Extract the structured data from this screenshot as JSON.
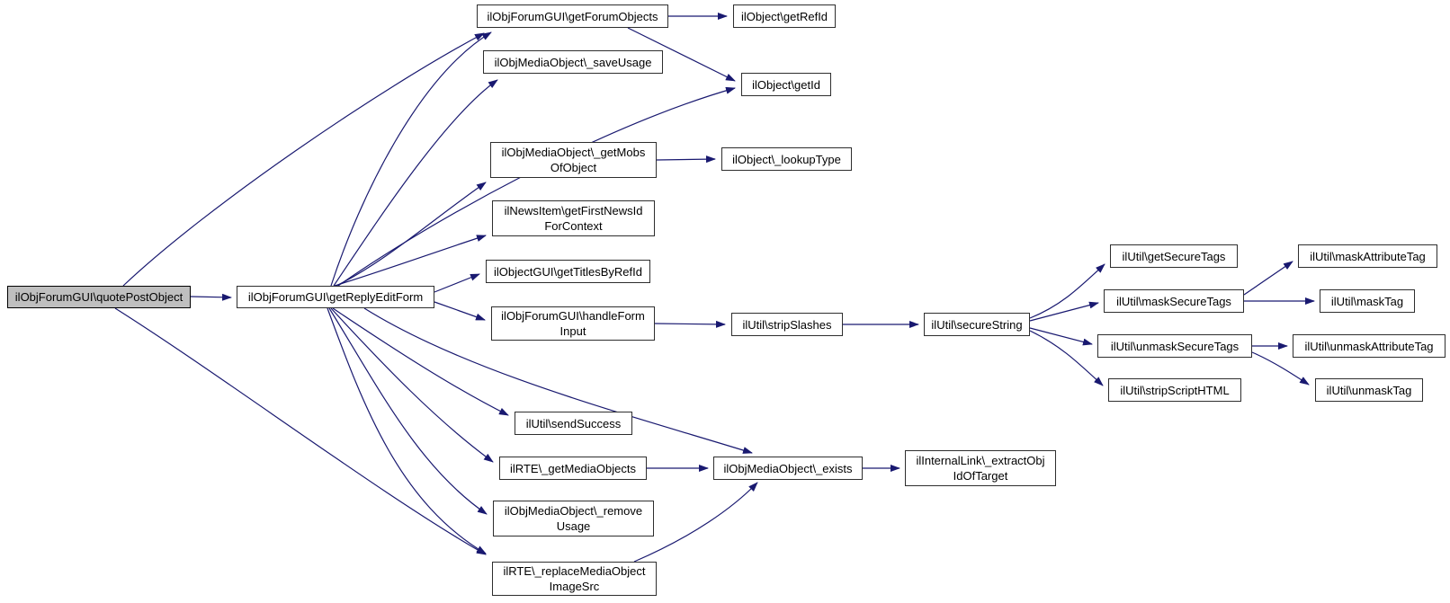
{
  "diagram": {
    "kind": "call-graph",
    "background_color": "#ffffff",
    "edge_color": "#191970",
    "node_fill": "#ffffff",
    "node_border_color": "#2e2e2e",
    "root_node_fill": "#bfbfbf",
    "nodes": {
      "quote": {
        "label": "ilObjForumGUI\\quotePostObject"
      },
      "reply": {
        "label": "ilObjForumGUI\\getReplyEditForm"
      },
      "forum": {
        "label": "ilObjForumGUI\\getForumObjects"
      },
      "refid": {
        "label": "ilObject\\getRefId"
      },
      "save": {
        "label": "ilObjMediaObject\\_saveUsage"
      },
      "getid": {
        "label": "ilObject\\getId"
      },
      "mobs": {
        "label": "ilObjMediaObject\\_getMobs\nOfObject"
      },
      "lookup": {
        "label": "ilObject\\_lookupType"
      },
      "news": {
        "label": "ilNewsItem\\getFirstNewsId\nForContext"
      },
      "titles": {
        "label": "ilObjectGUI\\getTitlesByRefId"
      },
      "handle": {
        "label": "ilObjForumGUI\\handleForm\nInput"
      },
      "slashes": {
        "label": "ilUtil\\stripSlashes"
      },
      "secure": {
        "label": "ilUtil\\secureString"
      },
      "getsec": {
        "label": "ilUtil\\getSecureTags"
      },
      "masksec": {
        "label": "ilUtil\\maskSecureTags"
      },
      "unmasksec": {
        "label": "ilUtil\\unmaskSecureTags"
      },
      "stripscript": {
        "label": "ilUtil\\stripScriptHTML"
      },
      "maskattr": {
        "label": "ilUtil\\maskAttributeTag"
      },
      "masktag": {
        "label": "ilUtil\\maskTag"
      },
      "unmaskattr": {
        "label": "ilUtil\\unmaskAttributeTag"
      },
      "unmasktag": {
        "label": "ilUtil\\unmaskTag"
      },
      "sendsuccess": {
        "label": "ilUtil\\sendSuccess"
      },
      "getmedia": {
        "label": "ilRTE\\_getMediaObjects"
      },
      "exists": {
        "label": "ilObjMediaObject\\_exists"
      },
      "extract": {
        "label": "ilInternalLink\\_extractObj\nIdOfTarget"
      },
      "remove": {
        "label": "ilObjMediaObject\\_remove\nUsage"
      },
      "replace": {
        "label": "ilRTE\\_replaceMediaObject\nImageSrc"
      }
    },
    "edges": [
      {
        "from": "quote",
        "to": "reply"
      },
      {
        "from": "quote",
        "to": "forum"
      },
      {
        "from": "quote",
        "to": "replace"
      },
      {
        "from": "reply",
        "to": "forum"
      },
      {
        "from": "reply",
        "to": "save"
      },
      {
        "from": "reply",
        "to": "getid"
      },
      {
        "from": "reply",
        "to": "mobs"
      },
      {
        "from": "reply",
        "to": "news"
      },
      {
        "from": "reply",
        "to": "titles"
      },
      {
        "from": "reply",
        "to": "handle"
      },
      {
        "from": "reply",
        "to": "exists"
      },
      {
        "from": "reply",
        "to": "sendsuccess"
      },
      {
        "from": "reply",
        "to": "getmedia"
      },
      {
        "from": "reply",
        "to": "remove"
      },
      {
        "from": "reply",
        "to": "replace"
      },
      {
        "from": "forum",
        "to": "refid"
      },
      {
        "from": "forum",
        "to": "getid"
      },
      {
        "from": "mobs",
        "to": "lookup"
      },
      {
        "from": "handle",
        "to": "slashes"
      },
      {
        "from": "slashes",
        "to": "secure"
      },
      {
        "from": "secure",
        "to": "getsec"
      },
      {
        "from": "secure",
        "to": "masksec"
      },
      {
        "from": "secure",
        "to": "unmasksec"
      },
      {
        "from": "secure",
        "to": "stripscript"
      },
      {
        "from": "masksec",
        "to": "maskattr"
      },
      {
        "from": "masksec",
        "to": "masktag"
      },
      {
        "from": "unmasksec",
        "to": "unmaskattr"
      },
      {
        "from": "unmasksec",
        "to": "unmasktag"
      },
      {
        "from": "getmedia",
        "to": "exists"
      },
      {
        "from": "exists",
        "to": "extract"
      },
      {
        "from": "replace",
        "to": "exists"
      }
    ]
  }
}
